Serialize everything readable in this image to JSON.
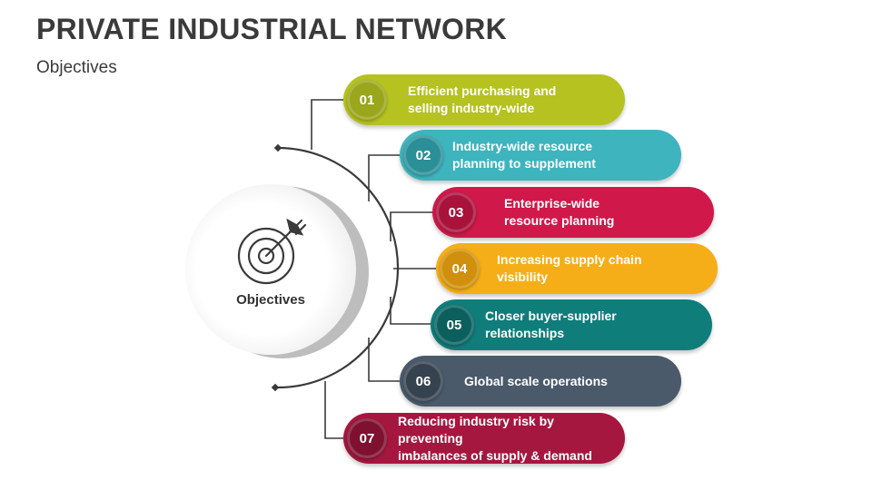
{
  "header": {
    "title": "PRIVATE INDUSTRIAL NETWORK",
    "subtitle": "Objectives"
  },
  "center": {
    "label": "Objectives",
    "icon": "target-arrow-icon"
  },
  "objectives": [
    {
      "number": "01",
      "text": "Efficient purchasing and\nselling industry-wide",
      "color": "#b5c21f",
      "badge_color": "#9aa61b"
    },
    {
      "number": "02",
      "text": "Industry-wide resource\nplanning to supplement",
      "color": "#3db4be",
      "badge_color": "#2b8f98"
    },
    {
      "number": "03",
      "text": "Enterprise-wide\nresource planning",
      "color": "#d0184a",
      "badge_color": "#a8123b"
    },
    {
      "number": "04",
      "text": "Increasing supply chain\nvisibility",
      "color": "#f5ae17",
      "badge_color": "#d08f0c"
    },
    {
      "number": "05",
      "text": "Closer buyer-supplier\nrelationships",
      "color": "#0f7d7a",
      "badge_color": "#0b605e"
    },
    {
      "number": "06",
      "text": "Global scale operations",
      "color": "#4a5a6b",
      "badge_color": "#36424f"
    },
    {
      "number": "07",
      "text": "Reducing industry risk by preventing\nimbalances of supply & demand",
      "color": "#a5173f",
      "badge_color": "#7f1030"
    }
  ]
}
